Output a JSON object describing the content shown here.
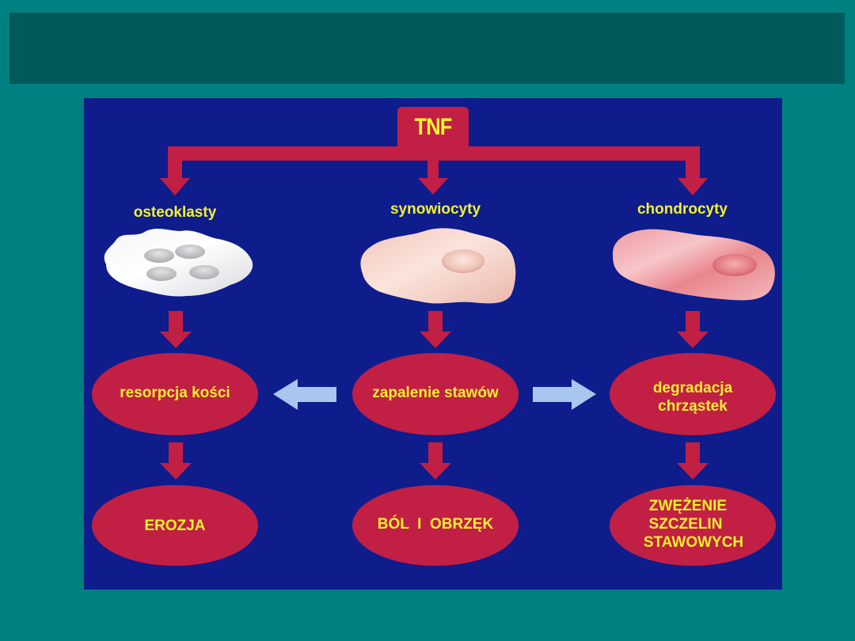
{
  "slide": {
    "title": "",
    "colors": {
      "background": "#008080",
      "title_bar": "#005a5a",
      "panel": "#0e1c8c",
      "node_fill": "#c21f45",
      "text": "#f2f22c",
      "side_arrow": "#a9c6ee"
    }
  },
  "diagram": {
    "root": {
      "label": "TNF"
    },
    "columns": [
      {
        "cell_label": "osteoklasty",
        "cell_icon": "osteoclast-cell-icon",
        "effect": "resorpcja kości",
        "outcome": "EROZJA"
      },
      {
        "cell_label": "synowiocyty",
        "cell_icon": "synoviocyte-cell-icon",
        "effect": "zapalenie stawów",
        "outcome": "BÓL  I  OBRZĘK"
      },
      {
        "cell_label": "chondrocyty",
        "cell_icon": "chondrocyte-cell-icon",
        "effect_lines": [
          "degradacja",
          "chrząstek"
        ],
        "outcome_lines": [
          "ZWĘŻENIE",
          "SZCZELIN",
          "STAWOWYCH"
        ]
      }
    ],
    "side_arrows": [
      {
        "direction": "left",
        "from": "zapalenie stawów",
        "to": "resorpcja kości"
      },
      {
        "direction": "right",
        "from": "zapalenie stawów",
        "to": "degradacja chrząstek"
      }
    ]
  }
}
